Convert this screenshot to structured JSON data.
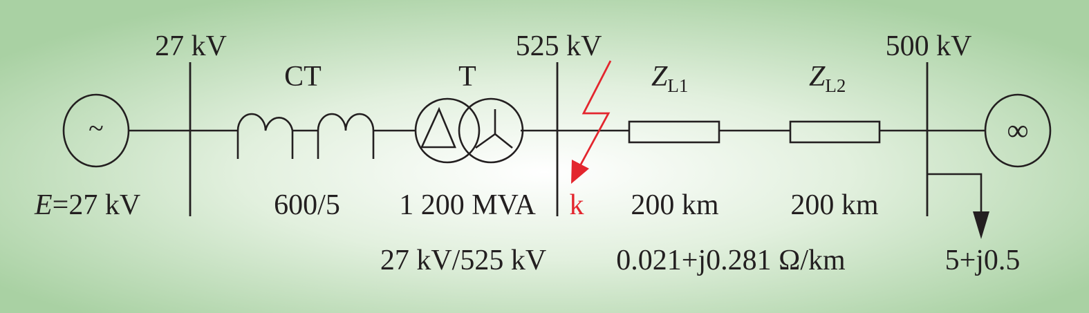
{
  "colors": {
    "background_center": "#ffffff",
    "background_edge": "#a9d1a3",
    "line": "#231f20",
    "fault": "#e3262e"
  },
  "icons": {
    "generator": "sine-wave",
    "infinite_bus": "infinity",
    "fault": "lightning-arrow"
  },
  "buses": {
    "gen_bus_voltage": "27 kV",
    "hv_bus_voltage": "525 kV",
    "inf_bus_voltage": "500 kV"
  },
  "generator": {
    "symbol": "~",
    "emf_var": "E",
    "emf_value": "=27 kV"
  },
  "current_transformer": {
    "name": "CT",
    "ratio": "600/5"
  },
  "transformer": {
    "name": "T",
    "rating": "1 200 MVA",
    "voltage_ratio": "27 kV/525 kV"
  },
  "fault": {
    "label": "k"
  },
  "line1": {
    "name_main": "Z",
    "name_sub": "L1",
    "length": "200 km"
  },
  "line2": {
    "name_main": "Z",
    "name_sub": "L2",
    "length": "200 km"
  },
  "line_impedance": "0.021+j0.281 Ω/km",
  "infinite_bus": {
    "symbol": "∞"
  },
  "load": {
    "value": "5+j0.5"
  }
}
